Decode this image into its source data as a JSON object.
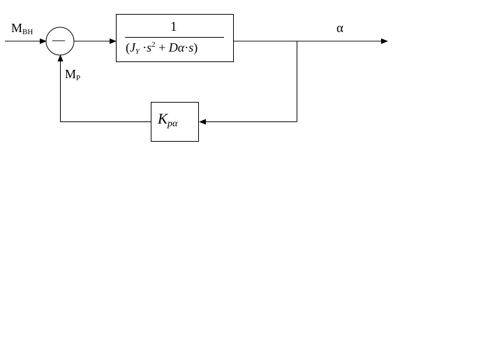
{
  "diagram": {
    "type": "block-diagram",
    "input_signal": {
      "main": "M",
      "sub": "BH"
    },
    "feedback_signal": {
      "main": "M",
      "sub": "P"
    },
    "summing_junction": {
      "sign": "—"
    },
    "forward_block": {
      "numerator": "1",
      "denominator": {
        "open": "(",
        "J": "J",
        "J_sub": "Y",
        "dot1": "·",
        "s1": "s",
        "exp": "2",
        "plus": "+",
        "D": "D",
        "alpha": "α",
        "dot2": "·",
        "s2": "s",
        "close": ")"
      }
    },
    "output_signal": "α",
    "feedback_block": {
      "main": "K",
      "sub": "pα"
    }
  }
}
